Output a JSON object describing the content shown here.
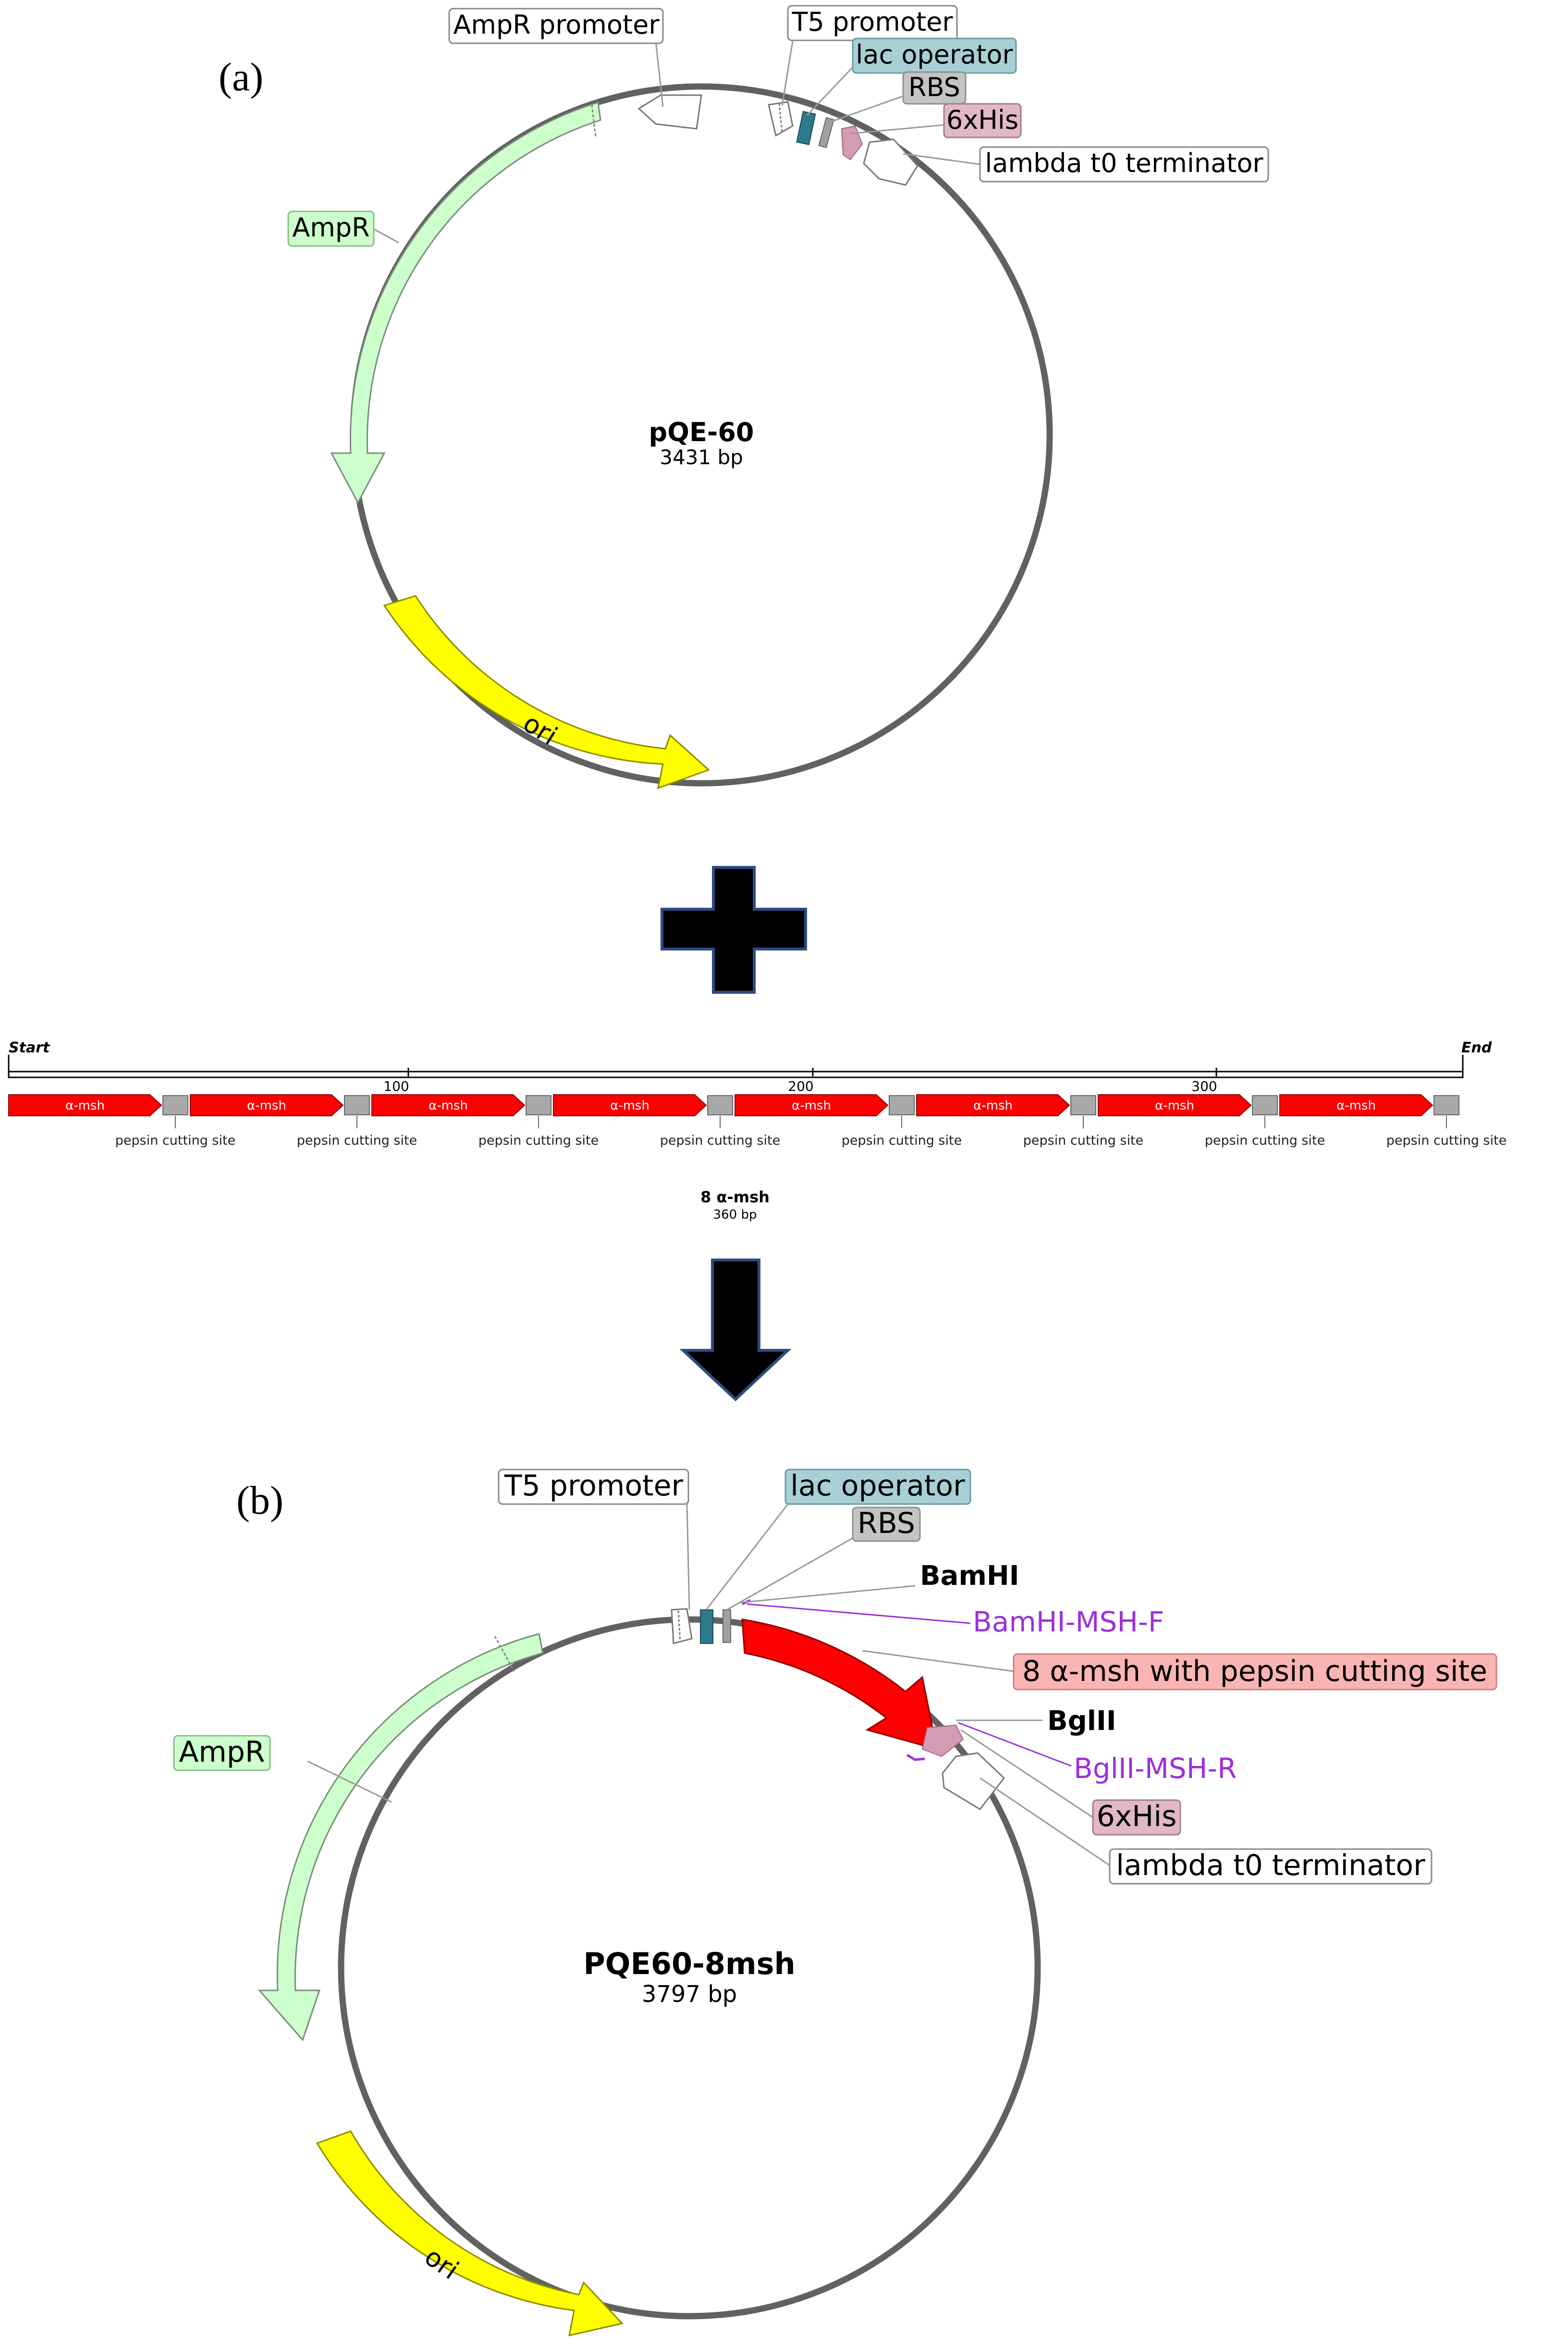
{
  "panel_a": {
    "panel_label": "(a)",
    "plasmid_name": "pQE-60",
    "plasmid_size": "3431 bp",
    "features": {
      "ampr_promoter": "AmpR promoter",
      "t5_promoter": "T5 promoter",
      "lac_operator": "lac operator",
      "rbs": "RBS",
      "his6": "6xHis",
      "lambda_term": "lambda t0 terminator",
      "ampr": "AmpR",
      "ori": "ori"
    }
  },
  "insert": {
    "start_label": "Start",
    "end_label": "End",
    "ticks": [
      "100",
      "200",
      "300"
    ],
    "repeat_label": "α-msh",
    "site_label": "pepsin cutting site",
    "repeat_count": 8,
    "name": "8 α-msh",
    "size": "360 bp"
  },
  "panel_b": {
    "panel_label": "(b)",
    "plasmid_name": "PQE60-8msh",
    "plasmid_size": "3797 bp",
    "features": {
      "t5_promoter": "T5 promoter",
      "lac_operator": "lac operator",
      "rbs": "RBS",
      "bamhi": "BamHI",
      "bamhi_primer": "BamHI-MSH-F",
      "insert": "8 α-msh with pepsin cutting site",
      "bglii": "BglII",
      "bglii_primer": "BglII-MSH-R",
      "his6": "6xHis",
      "lambda_term": "lambda t0 terminator",
      "ampr": "AmpR",
      "ori": "ori"
    }
  },
  "colors": {
    "backbone": "#616161",
    "ampr": "#ccffcc",
    "ori": "#ffff00",
    "lac_operator": "#2d7a8c",
    "lac_operator_label_bg": "#a9cfd6",
    "rbs": "#a0a0a0",
    "rbs_label_bg": "#c4c4c4",
    "his6": "#d49cb4",
    "his6_label_bg": "#e0b8c8",
    "insert_red": "#ff0000",
    "insert_label_bg": "#fbb4b4",
    "primer": "#9b30d9",
    "site_grey": "#a9a9a9",
    "symbol_fill": "#000000",
    "symbol_border": "#2f4a85"
  }
}
